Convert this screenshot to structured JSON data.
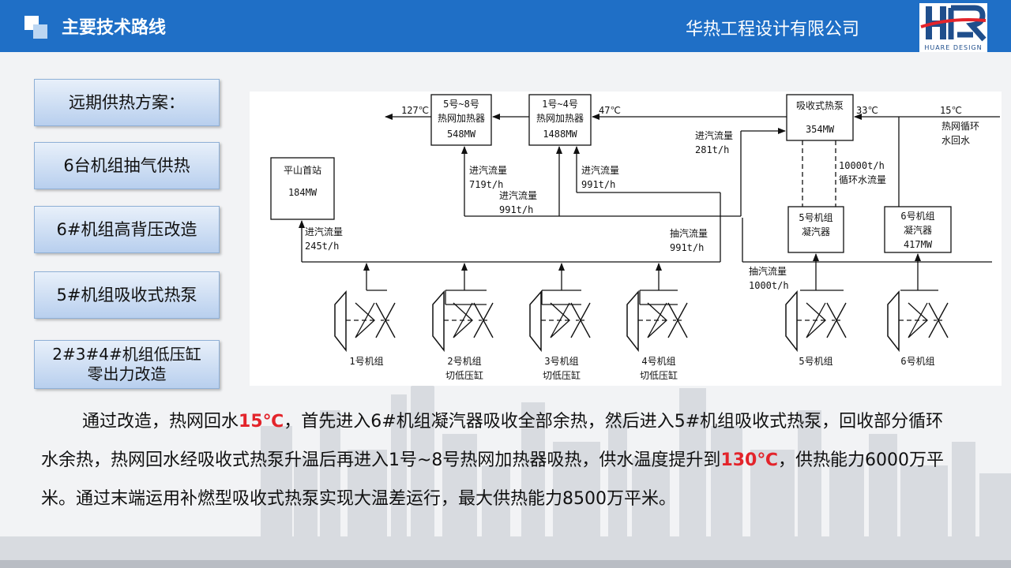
{
  "header": {
    "title": "主要技术路线",
    "company": "华热工程设计有限公司",
    "logo_text": "HUARE DESIGN"
  },
  "sidebar": {
    "items": [
      "远期供热方案：",
      "6台机组抽气供热",
      "6#机组高背压改造",
      "5#机组吸收式热泵",
      [
        "2#3#4#机组低压缸",
        "零出力改造"
      ]
    ]
  },
  "diagram": {
    "boxes": {
      "b58": [
        "5号~8号",
        "热网加热器",
        "548MW"
      ],
      "b14": [
        "1号~4号",
        "热网加热器",
        "1488MW"
      ],
      "pump": [
        "吸收式热泵",
        "354MW"
      ],
      "station": [
        "平山首站",
        "184MW"
      ],
      "c5": [
        "5号机组",
        "凝汽器"
      ],
      "c6": [
        "6号机组",
        "凝汽器",
        "417MW"
      ]
    },
    "temps": {
      "t127": "127℃",
      "t47": "47℃",
      "t33": "33℃",
      "t15": "15℃"
    },
    "labels": {
      "return_water": [
        "热网循环",
        "水回水"
      ],
      "steam281": [
        "进汽流量",
        "281t/h"
      ],
      "steam719": [
        "进汽流量",
        "719t/h"
      ],
      "steam991a": [
        "进汽流量",
        "991t/h"
      ],
      "steam991b": [
        "进汽流量",
        "991t/h"
      ],
      "circ10000": [
        "10000t/h",
        "循环水流量"
      ],
      "steam245": [
        "进汽流量",
        "245t/h"
      ],
      "ext991": [
        "抽汽流量",
        "991t/h"
      ],
      "ext1000": [
        "抽汽流量",
        "1000t/h"
      ]
    },
    "units": {
      "u1": [
        "1号机组"
      ],
      "u2": [
        "2号机组",
        "切低压缸"
      ],
      "u3": [
        "3号机组",
        "切低压缸"
      ],
      "u4": [
        "4号机组",
        "切低压缸"
      ],
      "u5": [
        "5号机组"
      ],
      "u6": [
        "6号机组"
      ]
    }
  },
  "paragraph": {
    "s1": "通过改造，热网回水",
    "t1": "15℃",
    "s2": "，首先进入6#机组凝汽器吸收全部余热，然后进入5#机组吸收式热泵，回收部分循环水余热，热网回水经吸收式热泵升温后再进入1号~8号热网加热器吸热，供水温度提升到",
    "t2": "130℃",
    "s3": "，供热能力6000万平米。通过末端运用补燃型吸收式热泵实现大温差运行，最大供热能力8500万平米。"
  },
  "colors": {
    "header": "#1f6fc6",
    "highlight": "#e3242b",
    "button_top": "#e8f0fa",
    "button_bottom": "#b8cfee"
  }
}
